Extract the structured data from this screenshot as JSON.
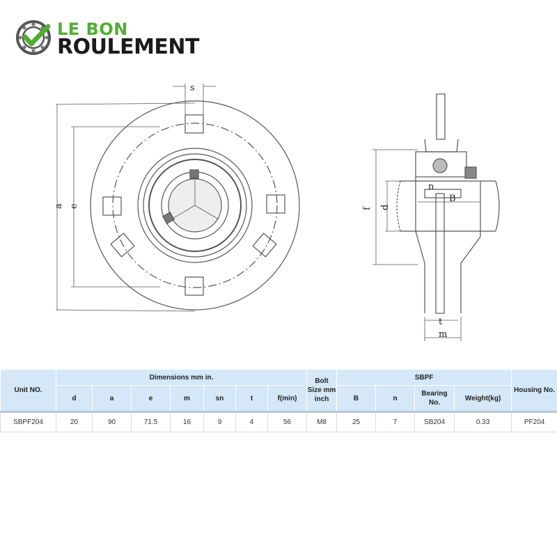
{
  "brand": {
    "line1": "LE BON",
    "line2": "ROULEMENT",
    "icon": "bearing-check-icon",
    "accent_color": "#4fae32"
  },
  "drawing": {
    "labels": {
      "s": "s",
      "a": "a",
      "e": "e",
      "f": "f",
      "d": "d",
      "n": "n",
      "B": "B",
      "t": "t",
      "m": "m"
    }
  },
  "table": {
    "headers": {
      "unit_no": "Unit NO.",
      "dimensions": "Dimensions mm in.",
      "bolt_size": "Bolt Size mm inch",
      "series": "SBPF",
      "housing_no": "Housing No."
    },
    "sub_headers": [
      "d",
      "a",
      "e",
      "m",
      "sn",
      "t",
      "f(min)",
      "B",
      "n",
      "Bearing No.",
      "Weight(kg)"
    ],
    "rows": [
      {
        "unit": "SBPF204",
        "d": "20",
        "a": "90",
        "e": "71.5",
        "m": "16",
        "sn": "9",
        "t": "4",
        "f_min": "56",
        "bolt": "M8",
        "B": "25",
        "n": "7",
        "bearing": "SB204",
        "weight": "0.33",
        "housing": "PF204"
      }
    ]
  }
}
